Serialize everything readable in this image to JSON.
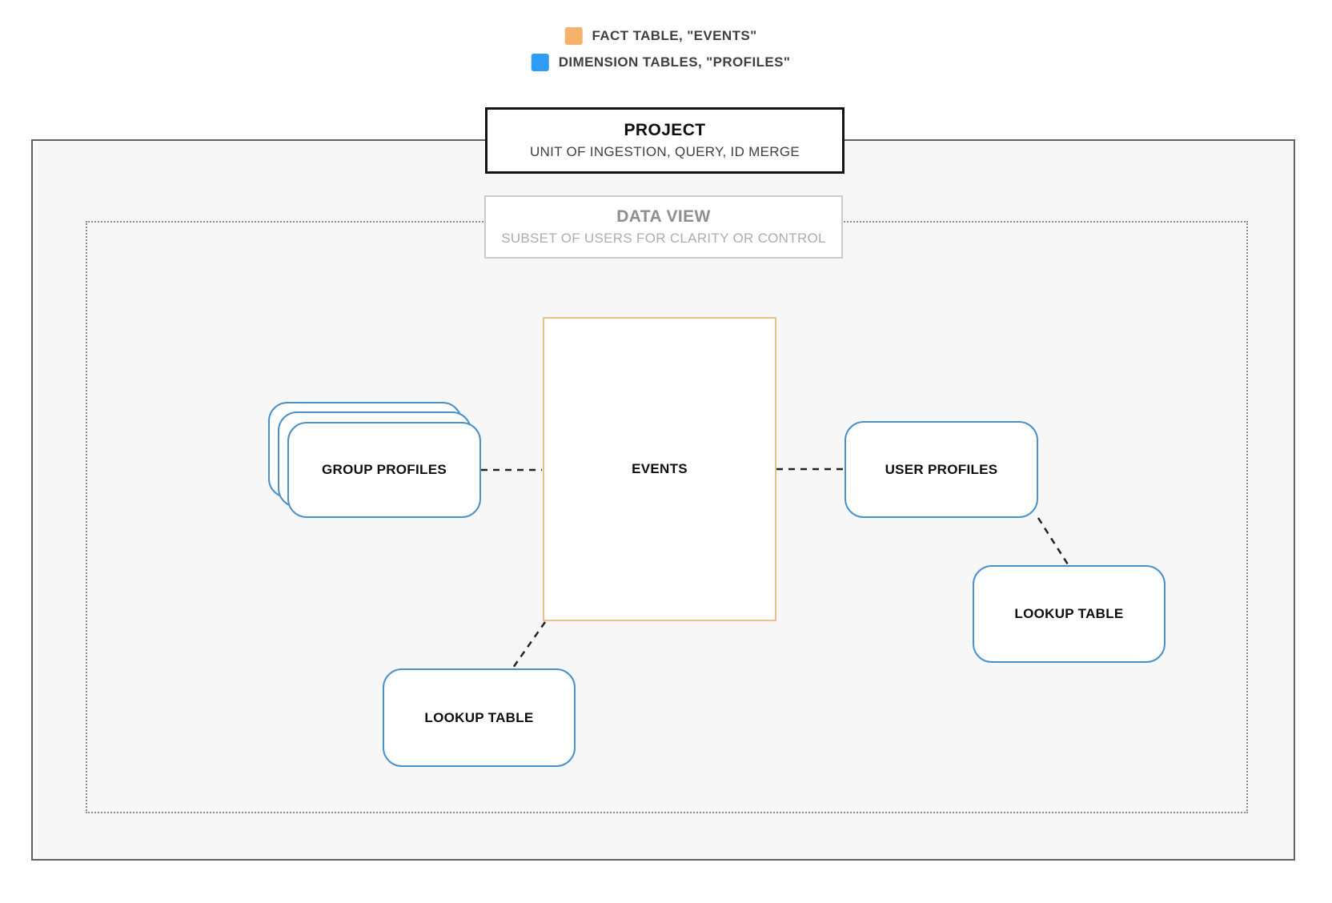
{
  "legend": {
    "items": [
      {
        "swatch": "fact-orange",
        "label": "FACT TABLE, \"EVENTS\""
      },
      {
        "swatch": "dimension-blue",
        "label": "DIMENSION TABLES, \"PROFILES\""
      }
    ]
  },
  "project": {
    "title": "PROJECT",
    "subtitle": "UNIT OF INGESTION, QUERY, ID MERGE"
  },
  "data_view": {
    "title": "DATA VIEW",
    "subtitle": "SUBSET OF USERS FOR CLARITY OR CONTROL"
  },
  "nodes": {
    "events": {
      "label": "EVENTS",
      "type": "fact"
    },
    "group_profiles": {
      "label": "GROUP PROFILES",
      "type": "dimension"
    },
    "user_profiles": {
      "label": "USER PROFILES",
      "type": "dimension"
    },
    "lookup_bottom": {
      "label": "LOOKUP TABLE",
      "type": "dimension"
    },
    "lookup_right": {
      "label": "LOOKUP TABLE",
      "type": "dimension"
    }
  },
  "edges": [
    {
      "from": "group_profiles",
      "to": "events",
      "style": "dashed"
    },
    {
      "from": "events",
      "to": "user_profiles",
      "style": "dashed"
    },
    {
      "from": "events",
      "to": "lookup_bottom",
      "style": "dashed"
    },
    {
      "from": "user_profiles",
      "to": "lookup_right",
      "style": "dashed"
    }
  ],
  "colors": {
    "legend-orange": "#F6B26B",
    "legend-blue": "#2E9BF5",
    "node-blue": "#4A90C9",
    "events-orange": "#EBC189",
    "frame-gray": "#5F6368",
    "frame-fill": "#F7F7F7",
    "dotted-gray": "#8A8A8A",
    "connector-black": "#222222"
  }
}
